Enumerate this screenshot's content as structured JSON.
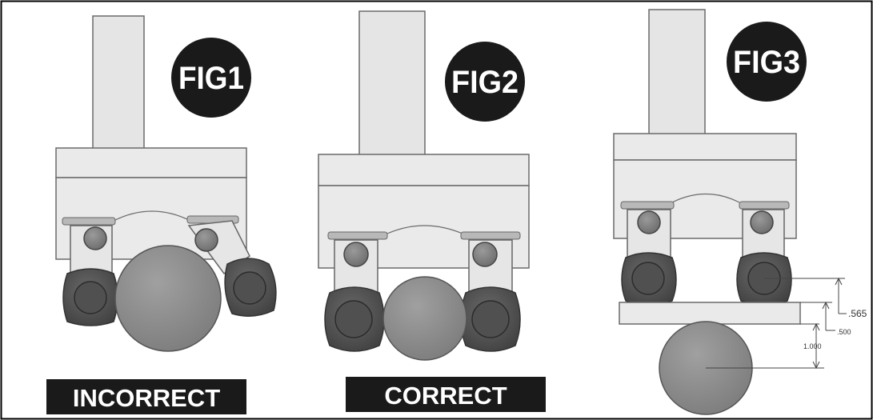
{
  "figures": [
    {
      "badge": "FIG1",
      "caption": "INCORRECT"
    },
    {
      "badge": "FIG2",
      "caption": "CORRECT"
    },
    {
      "badge": "FIG3",
      "caption": ""
    }
  ],
  "dimensions": {
    "d1": ".565",
    "d2": ".500",
    "d3": "1.000"
  },
  "colors": {
    "frame": "#000000",
    "stem": "#e4e4e4",
    "block": "#e9e9e9",
    "outline": "#6a6a6a",
    "knob": "#555555",
    "knob_dark": "#3e3e3e",
    "roller": "#8c8c8c",
    "pin": "#7a7a7a",
    "badge": "#1a1a1a",
    "label_bg": "#1a1a1a"
  }
}
